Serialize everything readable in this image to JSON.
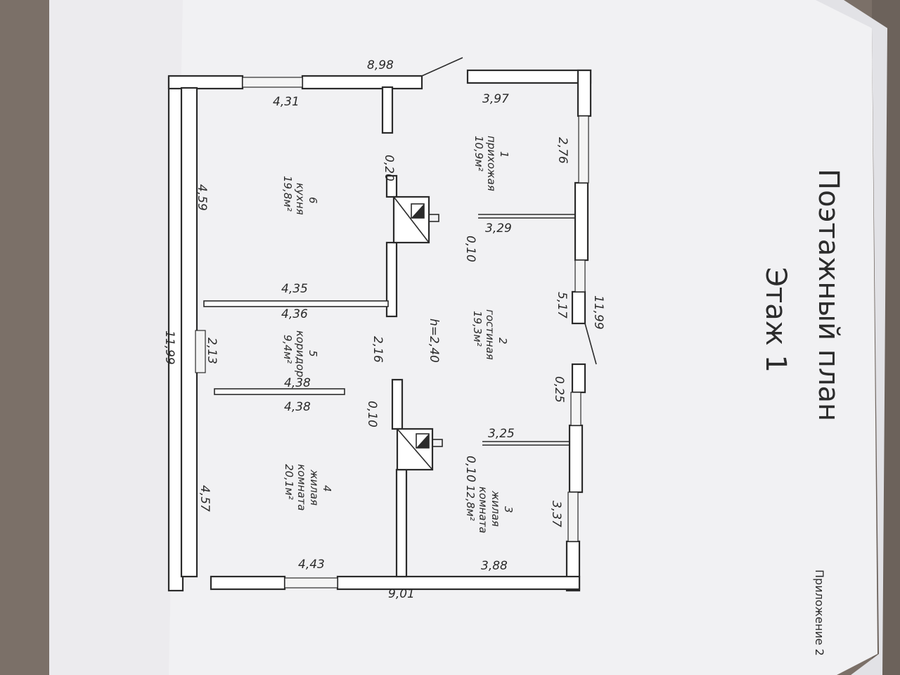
{
  "title": "Поэтажный план",
  "subtitle": "Этаж 1",
  "annex": "Приложение 2",
  "height_label": "h=2,40",
  "rooms": [
    {
      "id": "1",
      "name": "прихожая",
      "area": "10,9м²"
    },
    {
      "id": "2",
      "name": "гостиная",
      "area": "19,3м²"
    },
    {
      "id": "3",
      "name1": "жилая",
      "name2": "комната",
      "area": "12,8м²"
    },
    {
      "id": "4",
      "name1": "жилая",
      "name2": "комната",
      "area": "20,1м²"
    },
    {
      "id": "5",
      "name": "коридор",
      "area": "9,4м²"
    },
    {
      "id": "6",
      "name": "кухня",
      "area": "19,8м²"
    }
  ],
  "dims": {
    "d898": "8,98",
    "d397": "3,97",
    "d431": "4,31",
    "d276": "2,76",
    "d020": "0,20",
    "d459": "4,59",
    "d329": "3,29",
    "d010a": "0,10",
    "d435": "4,35",
    "d436": "4,36",
    "d1199a": "11,99",
    "d517": "5,17",
    "d1199b": "11,99",
    "d213": "2,13",
    "d216": "2,16",
    "d438a": "4,38",
    "d438b": "4,38",
    "d025": "0,25",
    "d010b": "0,10",
    "d325": "3,25",
    "d010c": "0,10",
    "d457": "4,57",
    "d337": "3,37",
    "d443": "4,43",
    "d388": "3,88",
    "d901": "9,01"
  }
}
